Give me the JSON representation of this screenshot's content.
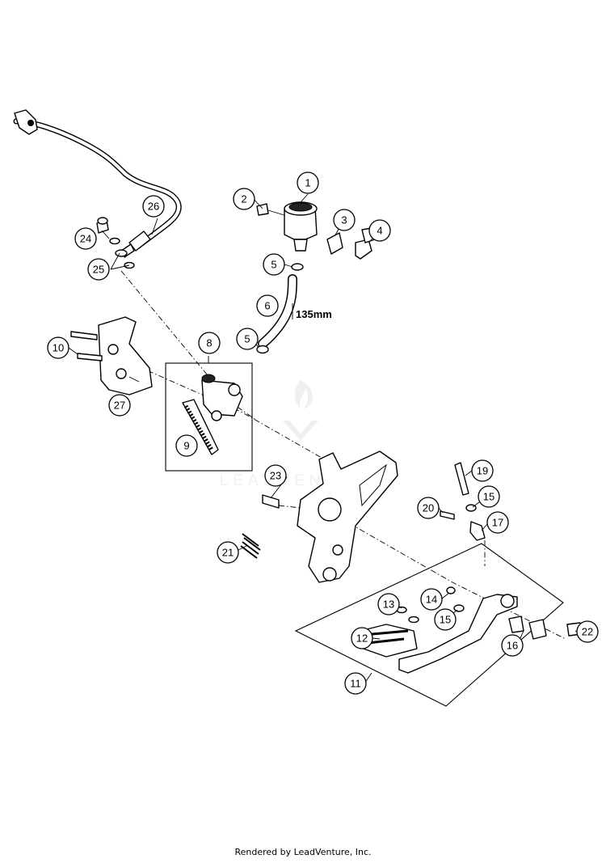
{
  "diagram": {
    "dimension_label": "135mm",
    "callouts": [
      "1",
      "2",
      "3",
      "4",
      "5",
      "5",
      "6",
      "8",
      "9",
      "10",
      "11",
      "12",
      "13",
      "14",
      "15",
      "15",
      "16",
      "17",
      "19",
      "20",
      "21",
      "22",
      "23",
      "24",
      "25",
      "26",
      "27"
    ],
    "watermark": "LEADVENTURE"
  },
  "footer": {
    "credit": "Rendered by LeadVenture, Inc."
  }
}
